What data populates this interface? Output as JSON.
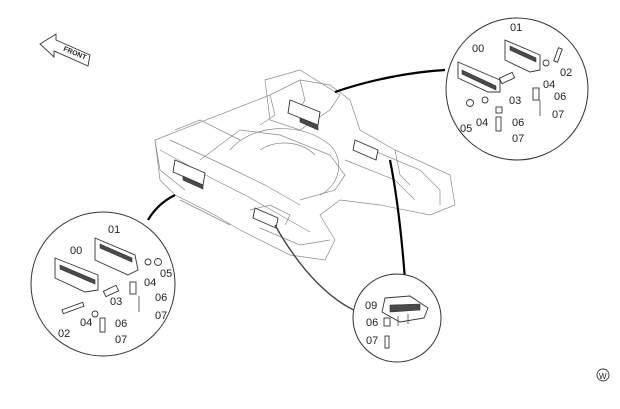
{
  "front_label": "FRONT",
  "watermark": "W",
  "detail_right": {
    "labels": [
      "01",
      "00",
      "02",
      "04",
      "06",
      "03",
      "07",
      "05",
      "04",
      "06",
      "07"
    ]
  },
  "detail_left": {
    "labels": [
      "01",
      "00",
      "04",
      "05",
      "06",
      "03",
      "07",
      "02",
      "04",
      "06",
      "07"
    ]
  },
  "detail_bottom": {
    "labels": [
      "09",
      "06",
      "07"
    ]
  }
}
